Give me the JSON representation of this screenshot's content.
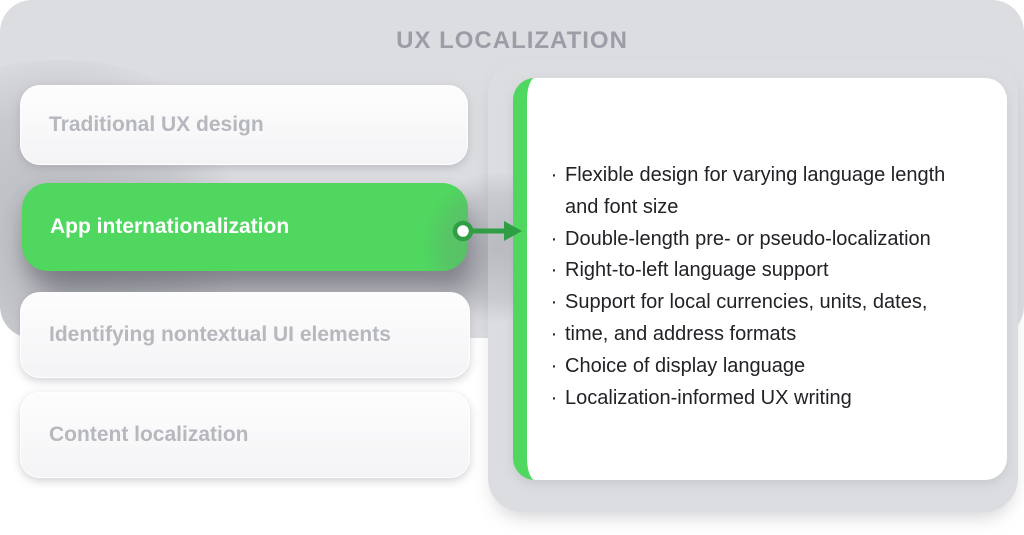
{
  "title": "UX LOCALIZATION",
  "menu": {
    "items": [
      {
        "label": "Traditional UX design",
        "selected": false
      },
      {
        "label": "App internationalization",
        "selected": true
      },
      {
        "label": "Identifying nontextual UI elements",
        "selected": false
      },
      {
        "label": "Content localization",
        "selected": false
      }
    ]
  },
  "detail": {
    "lines": [
      {
        "marker": "·",
        "text": "Flexible design for varying language length"
      },
      {
        "marker": "",
        "text": "and font size"
      },
      {
        "marker": "·",
        "text": "Double-length pre- or pseudo-localization"
      },
      {
        "marker": "·",
        "text": "Right-to-left language support"
      },
      {
        "marker": "·",
        "text": "Support for local currencies, units, dates,"
      },
      {
        "marker": "·",
        "text": "time, and address formats"
      },
      {
        "marker": "·",
        "text": "Choice of display language"
      },
      {
        "marker": "·",
        "text": "Localization-informed UX writing"
      }
    ]
  },
  "colors": {
    "accent_green": "#4fd75f",
    "arrow_green": "#2f9e44",
    "background_gray": "#dcdde1",
    "card_white": "#fdfdfe",
    "muted_text": "#b6b8be",
    "title_text": "#9b9ea6",
    "body_text": "#202226"
  }
}
